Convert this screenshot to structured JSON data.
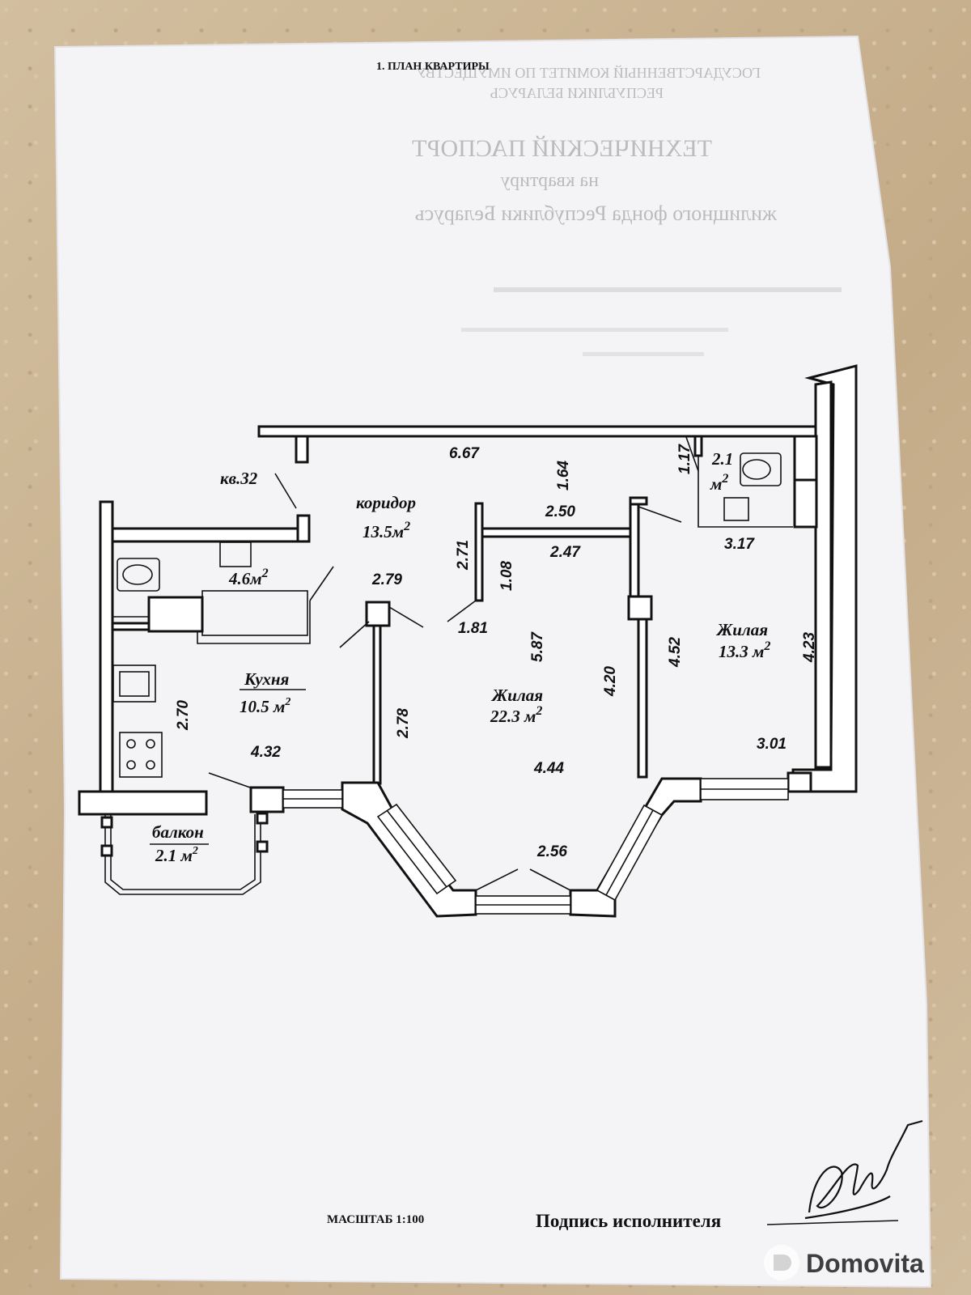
{
  "header": {
    "plan_title": "1. ПЛАН КВАРТИРЫ",
    "bleed_lines": [
      "ГОСУДАРСТВЕННЫЙ КОМИТЕТ ПО ИМУЩЕСТВУ",
      "РЕСПУБЛИКИ БЕЛАРУСЬ",
      "ТЕХНИЧЕСКИЙ ПАСПОРТ",
      "на квартиру",
      "жилищного фонда Республики Беларусь"
    ]
  },
  "plan": {
    "apartment_label": "кв.32",
    "rooms": {
      "corridor_name": "коридор",
      "corridor_area": "13.5м",
      "bath_area": "4.6м",
      "wc_area_value": "2.1",
      "wc_area_unit": "м",
      "kitchen_name": "Кухня",
      "kitchen_area": "10.5 м",
      "living_big_name": "Жилая",
      "living_big_area": "22.3 м",
      "living_small_name": "Жилая",
      "living_small_area": "13.3 м",
      "balcony_name": "балкон",
      "balcony_area": "2.1 м"
    },
    "sup2": "2",
    "dimensions": [
      "6.67",
      "1.64",
      "1.17",
      "2.50",
      "2.47",
      "3.17",
      "2.71",
      "1.08",
      "2.79",
      "1.81",
      "5.87",
      "4.20",
      "4.52",
      "4.23",
      "2.70",
      "4.32",
      "2.78",
      "4.44",
      "3.01",
      "2.56"
    ]
  },
  "footer": {
    "scale": "МАСШТАБ 1:100",
    "signature_label": "Подпись исполнителя"
  },
  "watermark": {
    "text": "Domovita"
  }
}
